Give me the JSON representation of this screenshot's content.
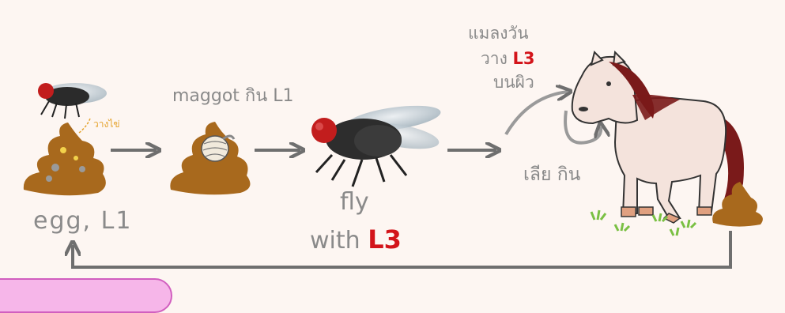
{
  "labels": {
    "egg_l1": "egg, L1",
    "maggot": "maggot กิน L1",
    "fly": "fly",
    "with": "with",
    "l3": "L3",
    "lay_eggs": "วางไข่",
    "fly_lays_line1": "แมลงวัน",
    "fly_lays_line2": "วาง",
    "fly_lays_line3": "บนผิว",
    "lick_eat": "เลีย กิน"
  },
  "colors": {
    "arrow": "#6f6f6f",
    "text": "#8a8a8a",
    "l3_red": "#d3141a",
    "dung": "#a8691d",
    "horse_body": "#f4e3dc",
    "horse_mane": "#7a1a1a",
    "grass": "#7ac043"
  },
  "icons": [
    "fly-icon",
    "dung-icon",
    "maggot-icon",
    "horse-icon",
    "grass-icon"
  ]
}
